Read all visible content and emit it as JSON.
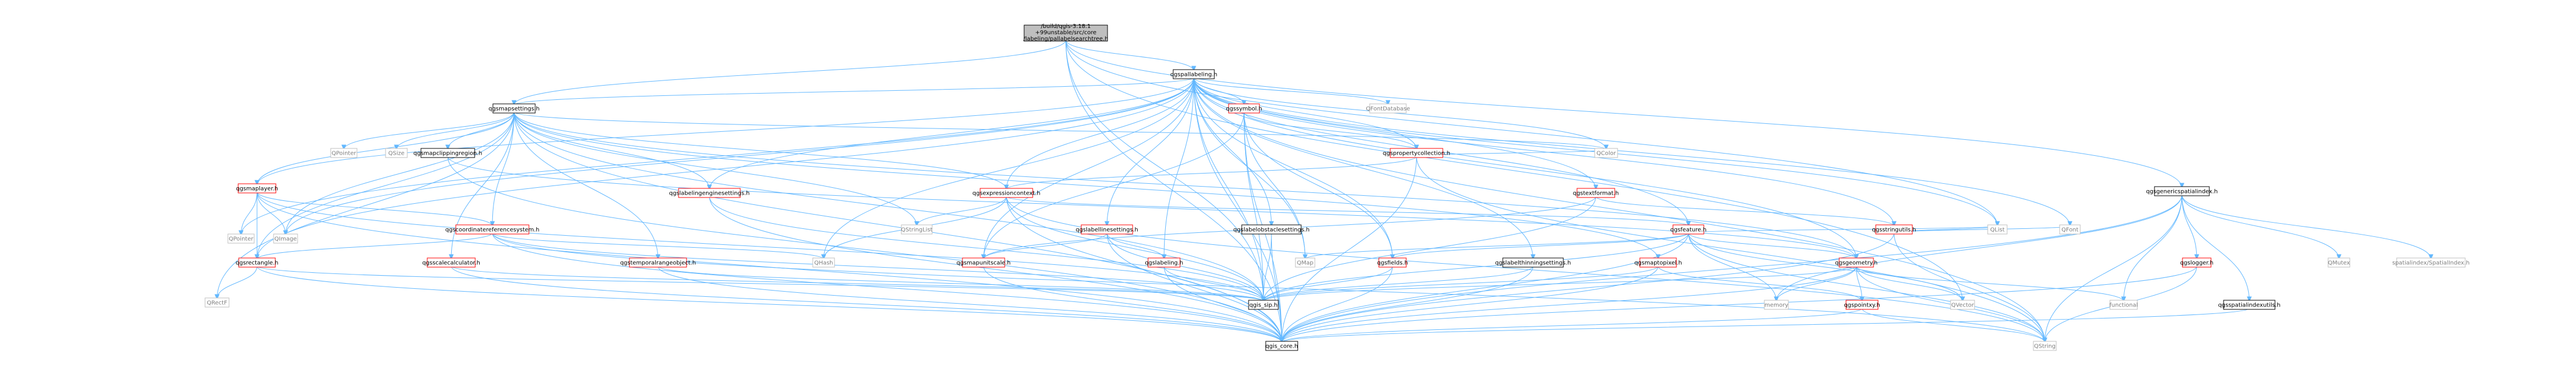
{
  "graph": {
    "root_lines": [
      "/build/qgis-3.18.1",
      "+99unstable/src/core",
      "/labeling/pallabelsearchtree.h"
    ],
    "colors": {
      "edge": "#63b8ff",
      "root_fill": "#bfbfbf",
      "documented_border": "#ff0000",
      "plain_border": "#000000",
      "external_border": "#bfbfbf",
      "external_text": "#7f7f7f"
    },
    "nodes": [
      {
        "id": "root",
        "label": "/build/qgis-3.18.1 +99unstable/src/core /labeling/pallabelsearchtree.h",
        "kind": "root"
      },
      {
        "id": "qgspallabeling",
        "label": "qgspallabeling.h",
        "kind": "plain"
      },
      {
        "id": "qgsmapsettings",
        "label": "qgsmapsettings.h",
        "kind": "plain"
      },
      {
        "id": "qgsgenericspatialindex",
        "label": "qgsgenericspatialindex.h",
        "kind": "plain"
      },
      {
        "id": "qgssymbol",
        "label": "qgssymbol.h",
        "kind": "red"
      },
      {
        "id": "qgspropertycollection",
        "label": "qgspropertycollection.h",
        "kind": "red"
      },
      {
        "id": "QFontDatabase",
        "label": "QFontDatabase",
        "kind": "ext"
      },
      {
        "id": "qgstextformat",
        "label": "qgstextformat.h",
        "kind": "red"
      },
      {
        "id": "qgsexpressioncontext",
        "label": "qgsexpressioncontext.h",
        "kind": "red"
      },
      {
        "id": "qgslabelingenginesettings",
        "label": "qgslabelingenginesettings.h",
        "kind": "red"
      },
      {
        "id": "qgsmapclippingregion",
        "label": "qgsmapclippingregion.h",
        "kind": "plain"
      },
      {
        "id": "QPointer1",
        "label": "QPointer",
        "kind": "ext"
      },
      {
        "id": "QSize",
        "label": "QSize",
        "kind": "ext"
      },
      {
        "id": "qgsmaplayer",
        "label": "qgsmaplayer.h",
        "kind": "red"
      },
      {
        "id": "QImage",
        "label": "QImage",
        "kind": "ext"
      },
      {
        "id": "QPointer2",
        "label": "QPointer",
        "kind": "ext"
      },
      {
        "id": "qgscoordinatereferencesystem",
        "label": "qgscoordinatereferencesystem.h",
        "kind": "red"
      },
      {
        "id": "qgsrectangle",
        "label": "qgsrectangle.h",
        "kind": "red"
      },
      {
        "id": "QRectF",
        "label": "QRectF",
        "kind": "ext"
      },
      {
        "id": "qgsscalecalculator",
        "label": "qgsscalecalculator.h",
        "kind": "red"
      },
      {
        "id": "qgstemporalrangeobject",
        "label": "qgstemporalrangeobject.h",
        "kind": "red"
      },
      {
        "id": "qgsmapunitscale",
        "label": "qgsmapunitscale.h",
        "kind": "red"
      },
      {
        "id": "QHash",
        "label": "QHash",
        "kind": "ext"
      },
      {
        "id": "QStringList",
        "label": "QStringList",
        "kind": "ext"
      },
      {
        "id": "qgslabellinesettings",
        "label": "qgslabellinesettings.h",
        "kind": "red"
      },
      {
        "id": "qgslabelobstaclesettings",
        "label": "qgslabelobstaclesettings.h",
        "kind": "plain"
      },
      {
        "id": "qgslabeling",
        "label": "qgslabeling.h",
        "kind": "red"
      },
      {
        "id": "QMap",
        "label": "QMap",
        "kind": "ext"
      },
      {
        "id": "qgsfields",
        "label": "qgsfields.h",
        "kind": "red"
      },
      {
        "id": "qgslabelthinningsettings",
        "label": "qgslabelthinningsettings.h",
        "kind": "plain"
      },
      {
        "id": "qgsmaptopixel",
        "label": "qgsmaptopixel.h",
        "kind": "red"
      },
      {
        "id": "qgsfeature",
        "label": "qgsfeature.h",
        "kind": "red"
      },
      {
        "id": "qgsgeometry",
        "label": "qgsgeometry.h",
        "kind": "red"
      },
      {
        "id": "qgspointxy",
        "label": "qgspointxy.h",
        "kind": "red"
      },
      {
        "id": "memory",
        "label": "memory",
        "kind": "ext"
      },
      {
        "id": "QVector",
        "label": "QVector",
        "kind": "ext"
      },
      {
        "id": "QColor",
        "label": "QColor",
        "kind": "ext"
      },
      {
        "id": "qgsstringutils",
        "label": "qgsstringutils.h",
        "kind": "red"
      },
      {
        "id": "QList",
        "label": "QList",
        "kind": "ext"
      },
      {
        "id": "QFont",
        "label": "QFont",
        "kind": "ext"
      },
      {
        "id": "qgis_sip",
        "label": "qgis_sip.h",
        "kind": "plain"
      },
      {
        "id": "qgis_core",
        "label": "qgis_core.h",
        "kind": "plain"
      },
      {
        "id": "QString",
        "label": "QString",
        "kind": "ext"
      },
      {
        "id": "qgslogger",
        "label": "qgslogger.h",
        "kind": "red"
      },
      {
        "id": "QMutex",
        "label": "QMutex",
        "kind": "ext"
      },
      {
        "id": "spatialindex",
        "label": "spatialindex/SpatialIndex.h",
        "kind": "ext"
      },
      {
        "id": "qgsspatialindexutils",
        "label": "qgsspatialindexutils.h",
        "kind": "plain"
      },
      {
        "id": "functional",
        "label": "functional",
        "kind": "ext"
      }
    ],
    "edges": [
      [
        "root",
        "qgspallabeling"
      ],
      [
        "root",
        "qgsmapsettings"
      ],
      [
        "root",
        "qgsgenericspatialindex"
      ],
      [
        "root",
        "qgis_core"
      ],
      [
        "root",
        "qgis_sip"
      ],
      [
        "root",
        "QList"
      ],
      [
        "root",
        "QVector"
      ],
      [
        "qgspallabeling",
        "qgsmapsettings"
      ],
      [
        "qgspallabeling",
        "qgssymbol"
      ],
      [
        "qgspallabeling",
        "qgspropertycollection"
      ],
      [
        "qgspallabeling",
        "QFontDatabase"
      ],
      [
        "qgspallabeling",
        "qgstextformat"
      ],
      [
        "qgspallabeling",
        "qgsexpressioncontext"
      ],
      [
        "qgspallabeling",
        "qgslabelingenginesettings"
      ],
      [
        "qgspallabeling",
        "qgslabellinesettings"
      ],
      [
        "qgspallabeling",
        "qgslabelobstaclesettings"
      ],
      [
        "qgspallabeling",
        "qgslabeling"
      ],
      [
        "qgspallabeling",
        "QMap"
      ],
      [
        "qgspallabeling",
        "qgsfields"
      ],
      [
        "qgspallabeling",
        "qgslabelthinningsettings"
      ],
      [
        "qgspallabeling",
        "qgsfeature"
      ],
      [
        "qgspallabeling",
        "qgsgeometry"
      ],
      [
        "qgspallabeling",
        "QColor"
      ],
      [
        "qgspallabeling",
        "qgsstringutils"
      ],
      [
        "qgspallabeling",
        "QList"
      ],
      [
        "qgspallabeling",
        "QFont"
      ],
      [
        "qgspallabeling",
        "qgis_sip"
      ],
      [
        "qgspallabeling",
        "qgis_core"
      ],
      [
        "qgspallabeling",
        "QString"
      ],
      [
        "qgspallabeling",
        "QHash"
      ],
      [
        "qgspallabeling",
        "qgsmapunitscale"
      ],
      [
        "qgspallabeling",
        "qgsrectangle"
      ],
      [
        "qgspallabeling",
        "QImage"
      ],
      [
        "qgspallabeling",
        "QPointer2"
      ],
      [
        "qgspallabeling",
        "qgsmaplayer"
      ],
      [
        "qgsmapsettings",
        "qgsmapclippingregion"
      ],
      [
        "qgsmapsettings",
        "QPointer1"
      ],
      [
        "qgsmapsettings",
        "QSize"
      ],
      [
        "qgsmapsettings",
        "qgsmaplayer"
      ],
      [
        "qgsmapsettings",
        "QImage"
      ],
      [
        "qgsmapsettings",
        "qgscoordinatereferencesystem"
      ],
      [
        "qgsmapsettings",
        "qgsrectangle"
      ],
      [
        "qgsmapsettings",
        "QRectF"
      ],
      [
        "qgsmapsettings",
        "qgsscalecalculator"
      ],
      [
        "qgsmapsettings",
        "qgstemporalrangeobject"
      ],
      [
        "qgsmapsettings",
        "qgsexpressioncontext"
      ],
      [
        "qgsmapsettings",
        "qgslabelingenginesettings"
      ],
      [
        "qgsmapsettings",
        "QStringList"
      ],
      [
        "qgsmapsettings",
        "qgsmaptopixel"
      ],
      [
        "qgsmapsettings",
        "qgsgeometry"
      ],
      [
        "qgsmapsettings",
        "QColor"
      ],
      [
        "qgsmapsettings",
        "qgis_sip"
      ],
      [
        "qgsmapsettings",
        "qgis_core"
      ],
      [
        "qgssymbol",
        "qgspropertycollection"
      ],
      [
        "qgssymbol",
        "qgsfields"
      ],
      [
        "qgssymbol",
        "qgsmapunitscale"
      ],
      [
        "qgssymbol",
        "QMap"
      ],
      [
        "qgssymbol",
        "qgis_sip"
      ],
      [
        "qgssymbol",
        "qgis_core"
      ],
      [
        "qgspropertycollection",
        "qgsexpressioncontext"
      ],
      [
        "qgspropertycollection",
        "QColor"
      ],
      [
        "qgspropertycollection",
        "qgis_core"
      ],
      [
        "qgspropertycollection",
        "QString"
      ],
      [
        "qgstextformat",
        "qgsstringutils"
      ],
      [
        "qgstextformat",
        "qgis_sip"
      ],
      [
        "qgstextformat",
        "qgsmapunitscale"
      ],
      [
        "qgsexpressioncontext",
        "qgsfeature"
      ],
      [
        "qgsexpressioncontext",
        "QStringList"
      ],
      [
        "qgsexpressioncontext",
        "QHash"
      ],
      [
        "qgsexpressioncontext",
        "qgis_sip"
      ],
      [
        "qgsexpressioncontext",
        "qgis_core"
      ],
      [
        "qgsexpressioncontext",
        "QString"
      ],
      [
        "qgslabelingenginesettings",
        "qgis_sip"
      ],
      [
        "qgslabelingenginesettings",
        "qgis_core"
      ],
      [
        "qgsmapclippingregion",
        "qgsgeometry"
      ],
      [
        "qgsmapclippingregion",
        "qgis_core"
      ],
      [
        "qgsmaplayer",
        "qgscoordinatereferencesystem"
      ],
      [
        "qgsmaplayer",
        "qgsrectangle"
      ],
      [
        "qgsmaplayer",
        "QImage"
      ],
      [
        "qgsmaplayer",
        "QPointer2"
      ],
      [
        "qgsmaplayer",
        "qgis_sip"
      ],
      [
        "qgsmaplayer",
        "qgis_core"
      ],
      [
        "qgscoordinatereferencesystem",
        "qgsrectangle"
      ],
      [
        "qgscoordinatereferencesystem",
        "QHash"
      ],
      [
        "qgscoordinatereferencesystem",
        "qgis_sip"
      ],
      [
        "qgscoordinatereferencesystem",
        "qgis_core"
      ],
      [
        "qgscoordinatereferencesystem",
        "QString"
      ],
      [
        "qgsrectangle",
        "QRectF"
      ],
      [
        "qgsrectangle",
        "qgis_sip"
      ],
      [
        "qgsrectangle",
        "qgis_core"
      ],
      [
        "qgsscalecalculator",
        "qgis_sip"
      ],
      [
        "qgsscalecalculator",
        "qgis_core"
      ],
      [
        "qgstemporalrangeobject",
        "qgis_sip"
      ],
      [
        "qgstemporalrangeobject",
        "qgis_core"
      ],
      [
        "qgsmapunitscale",
        "qgis_core"
      ],
      [
        "qgslabellinesettings",
        "qgsmapunitscale"
      ],
      [
        "qgslabellinesettings",
        "qgslabeling"
      ],
      [
        "qgslabellinesettings",
        "qgis_sip"
      ],
      [
        "qgslabellinesettings",
        "qgis_core"
      ],
      [
        "qgslabelobstaclesettings",
        "qgis_sip"
      ],
      [
        "qgslabelobstaclesettings",
        "qgis_core"
      ],
      [
        "qgslabeling",
        "qgis_sip"
      ],
      [
        "qgslabeling",
        "qgis_core"
      ],
      [
        "qgsfields",
        "qgis_sip"
      ],
      [
        "qgsfields",
        "qgis_core"
      ],
      [
        "qgslabelthinningsettings",
        "qgis_sip"
      ],
      [
        "qgslabelthinningsettings",
        "qgis_core"
      ],
      [
        "qgsmaptopixel",
        "qgspointxy"
      ],
      [
        "qgsmaptopixel",
        "qgis_sip"
      ],
      [
        "qgsmaptopixel",
        "qgis_core"
      ],
      [
        "qgsfeature",
        "qgsgeometry"
      ],
      [
        "qgsfeature",
        "qgsfields"
      ],
      [
        "qgsfeature",
        "QMap"
      ],
      [
        "qgsfeature",
        "QList"
      ],
      [
        "qgsfeature",
        "memory"
      ],
      [
        "qgsfeature",
        "QVector"
      ],
      [
        "qgsfeature",
        "qgis_sip"
      ],
      [
        "qgsfeature",
        "qgis_core"
      ],
      [
        "qgsfeature",
        "QString"
      ],
      [
        "qgsgeometry",
        "qgspointxy"
      ],
      [
        "qgsgeometry",
        "memory"
      ],
      [
        "qgsgeometry",
        "QVector"
      ],
      [
        "qgsgeometry",
        "functional"
      ],
      [
        "qgsgeometry",
        "qgis_sip"
      ],
      [
        "qgsgeometry",
        "qgis_core"
      ],
      [
        "qgsgeometry",
        "QString"
      ],
      [
        "qgspointxy",
        "qgis_core"
      ],
      [
        "qgspointxy",
        "QString"
      ],
      [
        "qgsstringutils",
        "QList"
      ],
      [
        "qgsstringutils",
        "QFont"
      ],
      [
        "qgsstringutils",
        "qgis_core"
      ],
      [
        "qgsstringutils",
        "QString"
      ],
      [
        "qgsgenericspatialindex",
        "qgslogger"
      ],
      [
        "qgsgenericspatialindex",
        "QMutex"
      ],
      [
        "qgsgenericspatialindex",
        "spatialindex"
      ],
      [
        "qgsgenericspatialindex",
        "qgsspatialindexutils"
      ],
      [
        "qgsgenericspatialindex",
        "memory"
      ],
      [
        "qgsgenericspatialindex",
        "functional"
      ],
      [
        "qgsgenericspatialindex",
        "qgis_core"
      ],
      [
        "qgsgenericspatialindex",
        "QString"
      ],
      [
        "qgslogger",
        "qgis_core"
      ],
      [
        "qgslogger",
        "QString"
      ],
      [
        "qgsspatialindexutils",
        "qgis_core"
      ]
    ]
  }
}
